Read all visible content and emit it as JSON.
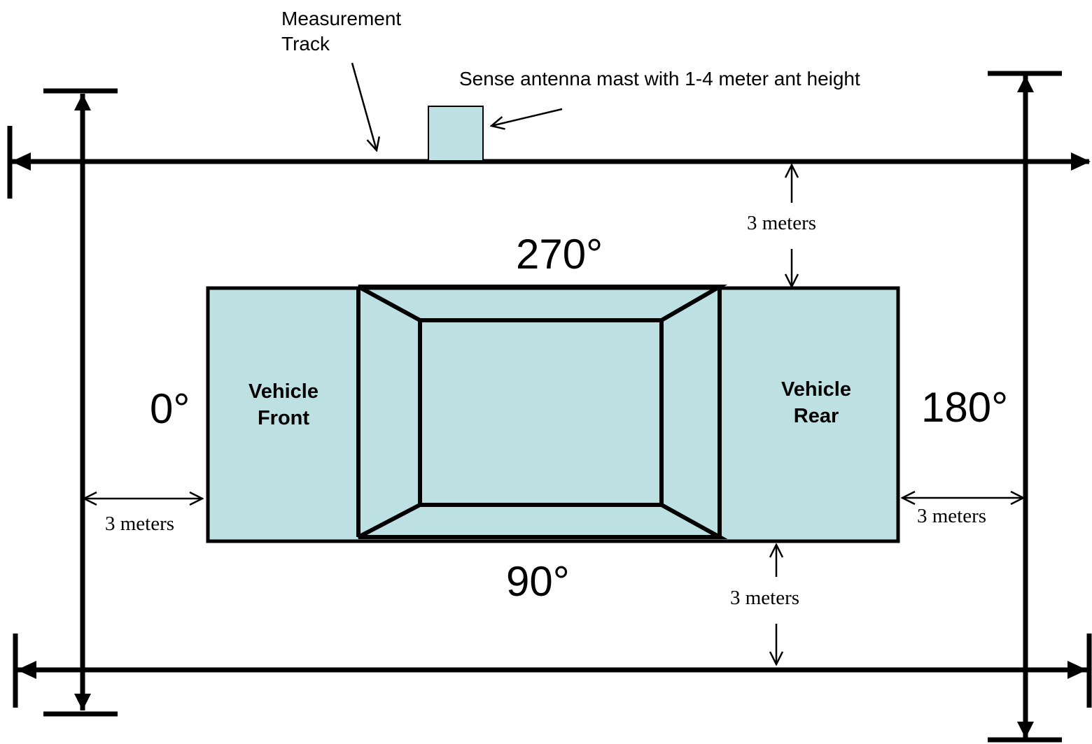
{
  "colors": {
    "vehicle_fill": "#bde0e3",
    "line": "#000000"
  },
  "labels": {
    "measurement_track_line1": "Measurement",
    "measurement_track_line2": "Track",
    "sense_antenna": "Sense antenna mast with 1-4 meter ant height",
    "angle_top": "270°",
    "angle_bottom": "90°",
    "angle_left": "0°",
    "angle_right": "180°",
    "vehicle_front_line1": "Vehicle",
    "vehicle_front_line2": "Front",
    "vehicle_rear_line1": "Vehicle",
    "vehicle_rear_line2": "Rear",
    "dist_top": "3 meters",
    "dist_left": "3 meters",
    "dist_right": "3 meters",
    "dist_bottom": "3 meters"
  }
}
